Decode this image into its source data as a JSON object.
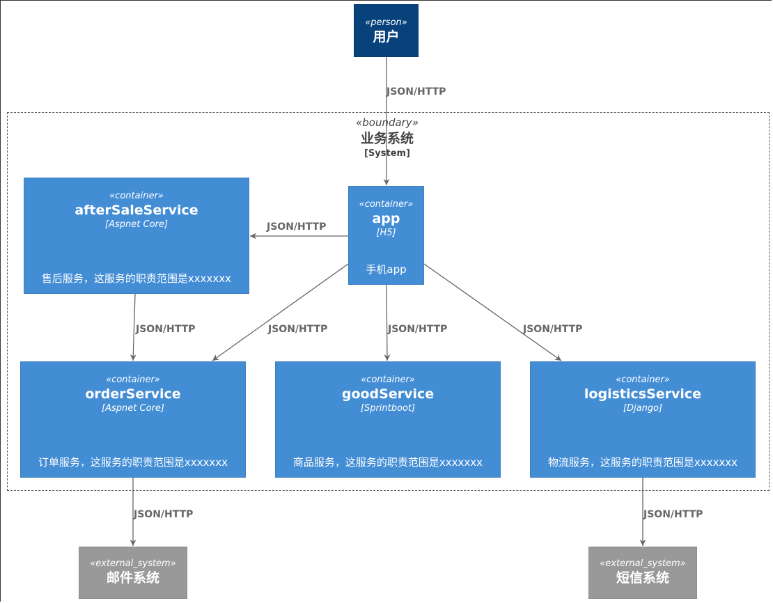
{
  "boundary": {
    "stereotype": "«boundary»",
    "name": "业务系统",
    "type": "[System]"
  },
  "nodes": {
    "user": {
      "stereotype": "«person»",
      "name": "用户"
    },
    "app": {
      "stereotype": "«container»",
      "name": "app",
      "tech": "[H5]",
      "desc": "手机app"
    },
    "afterSaleService": {
      "stereotype": "«container»",
      "name": "afterSaleService",
      "tech": "[Aspnet Core]",
      "desc": "售后服务，这服务的职责范围是xxxxxxx"
    },
    "orderService": {
      "stereotype": "«container»",
      "name": "orderService",
      "tech": "[Aspnet Core]",
      "desc": "订单服务，这服务的职责范围是xxxxxxx"
    },
    "goodService": {
      "stereotype": "«container»",
      "name": "goodService",
      "tech": "[Sprintboot]",
      "desc": "商品服务，这服务的职责范围是xxxxxxx"
    },
    "logisticsService": {
      "stereotype": "«container»",
      "name": "logisticsService",
      "tech": "[Django]",
      "desc": "物流服务，这服务的职责范围是xxxxxxx"
    },
    "mailSystem": {
      "stereotype": "«external_system»",
      "name": "邮件系统"
    },
    "smsSystem": {
      "stereotype": "«external_system»",
      "name": "短信系统"
    }
  },
  "edges": [
    {
      "from": "user",
      "to": "app",
      "label": "JSON/HTTP"
    },
    {
      "from": "app",
      "to": "afterSaleService",
      "label": "JSON/HTTP"
    },
    {
      "from": "afterSaleService",
      "to": "orderService",
      "label": "JSON/HTTP"
    },
    {
      "from": "app",
      "to": "orderService",
      "label": "JSON/HTTP"
    },
    {
      "from": "app",
      "to": "goodService",
      "label": "JSON/HTTP"
    },
    {
      "from": "app",
      "to": "logisticsService",
      "label": "JSON/HTTP"
    },
    {
      "from": "orderService",
      "to": "mailSystem",
      "label": "JSON/HTTP"
    },
    {
      "from": "logisticsService",
      "to": "smsSystem",
      "label": "JSON/HTTP"
    }
  ],
  "colors": {
    "container": "#438dd5",
    "person": "#08427b",
    "external_system": "#999999",
    "edge": "#666666"
  }
}
